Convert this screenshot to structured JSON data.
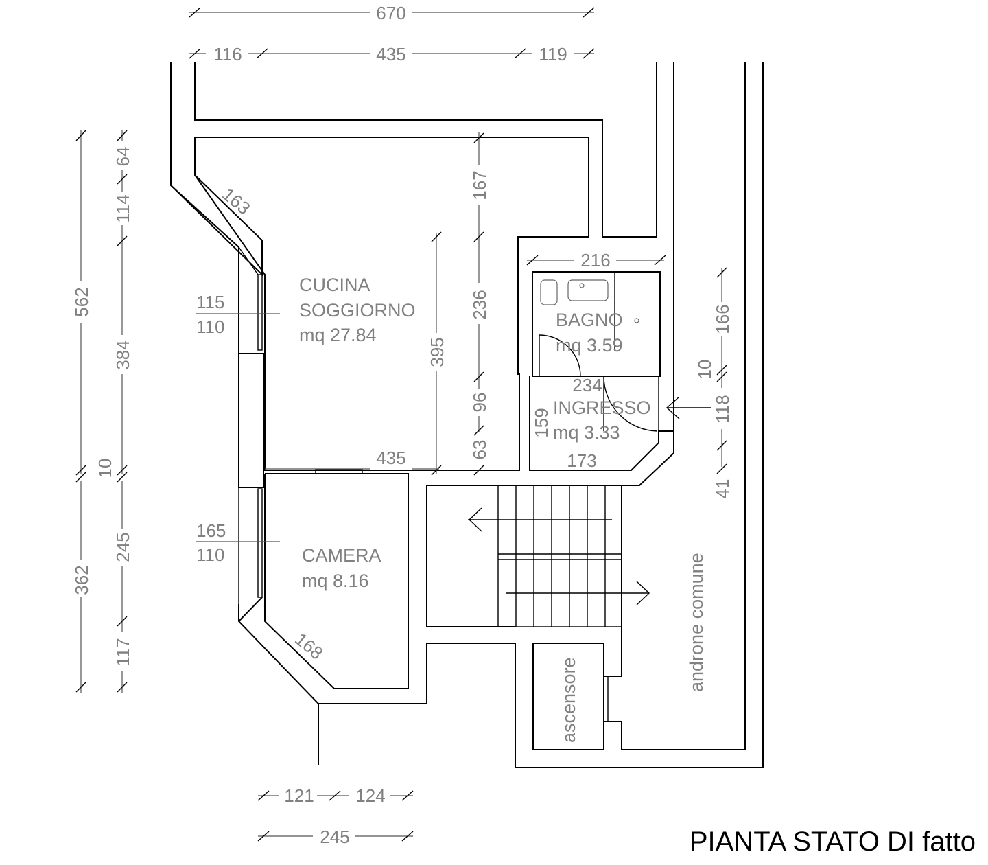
{
  "title": "PIANTA STATO DI fatto",
  "rooms": {
    "cucina": {
      "name_1": "CUCINA",
      "name_2": "SOGGIORNO",
      "area": "mq 27.84"
    },
    "bagno": {
      "name": "BAGNO",
      "area": "mq 3.59"
    },
    "ingresso": {
      "name": "INGRESSO",
      "area": "mq 3.33"
    },
    "camera": {
      "name": "CAMERA",
      "area": "mq 8.16"
    },
    "ascensore": {
      "name": "ascensore"
    },
    "androne": {
      "name": "androne comune"
    }
  },
  "dimensions": {
    "top_total": "670",
    "top_left": "116",
    "top_mid": "435",
    "top_right": "119",
    "left_outer_top": "562",
    "left_outer_bottom": "362",
    "left_gap": "10",
    "left_inner_1": "64",
    "left_inner_2": "114",
    "left_inner_3": "384",
    "left_inner_4": "245",
    "left_inner_5": "117",
    "window_kitchen_h": "115",
    "window_kitchen_w": "110",
    "window_camera_h": "165",
    "window_camera_w": "110",
    "diag_kitchen": "163",
    "diag_camera": "168",
    "kitchen_depth": "395",
    "kitchen_width": "435",
    "right_col_1": "167",
    "right_col_2": "236",
    "right_col_3": "96",
    "right_col_4": "63",
    "bath_width": "216",
    "ingresso_width": "234",
    "ingresso_depth": "159",
    "ingresso_bottom": "173",
    "far_right_1": "166",
    "far_right_gap": "10",
    "far_right_2": "118",
    "far_right_3": "41",
    "bottom_1": "121",
    "bottom_2": "124",
    "bottom_total": "245"
  }
}
